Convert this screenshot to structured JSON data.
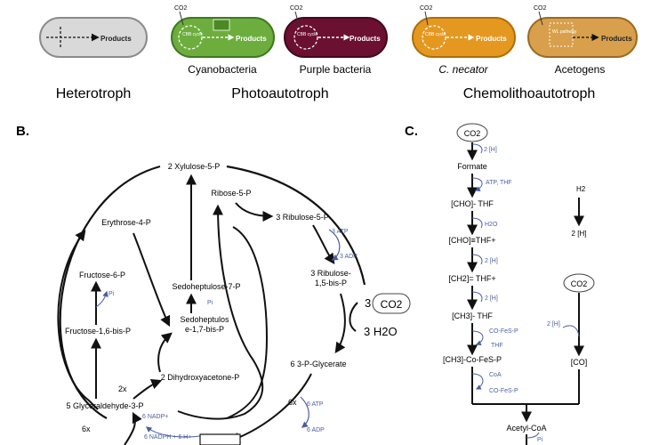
{
  "panel_a": {
    "cells": [
      {
        "id": "heterotroph",
        "inputs": [],
        "cycle": "",
        "products": "Products",
        "caption": "",
        "color": "#d9d9d9",
        "border": "#8a8a8a"
      },
      {
        "id": "cyanobacteria",
        "inputs": [
          "CO2"
        ],
        "cycle": "CBB cycle",
        "products": "Products",
        "caption": "Cyanobacteria",
        "color": "#6dad3d",
        "border": "#3e7a1f"
      },
      {
        "id": "purple",
        "inputs": [
          "CO2"
        ],
        "cycle": "CBB cycle",
        "products": "Products",
        "caption": "Purple bacteria",
        "color": "#6b1030",
        "border": "#44081e"
      },
      {
        "id": "cnecator",
        "inputs": [
          "CO2"
        ],
        "cycle": "CBB cycle",
        "products": "Products",
        "caption": "C. necator",
        "color": "#e59820",
        "border": "#b06d08"
      },
      {
        "id": "acetogens",
        "inputs": [
          "CO2"
        ],
        "cycle": "WL pathway",
        "products": "Products",
        "caption": "Acetogens",
        "color": "#d8a04c",
        "border": "#9c6a21"
      }
    ],
    "groups": [
      "Heterotroph",
      "Photoautotroph",
      "Chemolithoautotroph"
    ]
  },
  "panel_b": {
    "label": "B.",
    "nodes": {
      "xylulose": "2 Xylulose-5-P",
      "ribose": "Ribose-5-P",
      "ribulose5p": "3 Ribulose-5-P",
      "erythrose": "Erythrose-4-P",
      "fructose6p": "Fructose-6-P",
      "pi1": "Pi",
      "sedoheptulose7p": "Sedoheptulose-7-P",
      "pi2": "Pi",
      "ribulose_bis_1": "3 Ribulose-",
      "ribulose_bis_2": "1,5-bis-P",
      "fructose16": "Fructose-1,6-bis-P",
      "sedo_bis_1": "Sedoheptulos",
      "sedo_bis_2": "e-1,7-bis-P",
      "dhap": "2 Dihydroxyacetone-P",
      "twox": "2x",
      "glyceraldehyde": "5 Glyceraldehyde-3-P",
      "six_x": "6x",
      "six_x_b": "6x",
      "pga": "6 3-P-Glycerate",
      "atp3": "3 ATP",
      "adp3": "3 ADP",
      "co2_3": "3",
      "co2": "CO2",
      "h2o": "3 H2O",
      "atp6": "6 ATP",
      "adp6": "6 ADP",
      "nadp6": "6 NADP+",
      "nadph6": "6 NADPH + 6 H+"
    }
  },
  "panel_c": {
    "label": "C.",
    "nodes": {
      "co2_top": "CO2",
      "h2_1": "2 [H]",
      "formate": "Formate",
      "atp_thf": "ATP, THF",
      "cho_thf": "[CHO]- THF",
      "h2o": "H2O",
      "cho_thf_plus": "[CHO]≡THF+",
      "h2_2": "2 [H]",
      "ch2_thf": "[CH2]= THF+",
      "h2_3": "2 [H]",
      "ch3_thf": "[CH3]- THF",
      "co_fes_p": "CO-FeS-P",
      "thf": "THF",
      "ch3_co": "[CH3]-Co-FeS-P",
      "coa": "CoA",
      "co_fes_p2": "CO-FeS-P",
      "acetyl": "Acetyl-CoA",
      "pi": "Pi",
      "h2": "H2",
      "h2_right": "2 [H]",
      "co2_right": "CO2",
      "h2_co": "2 [H]",
      "co": "[CO]"
    }
  }
}
